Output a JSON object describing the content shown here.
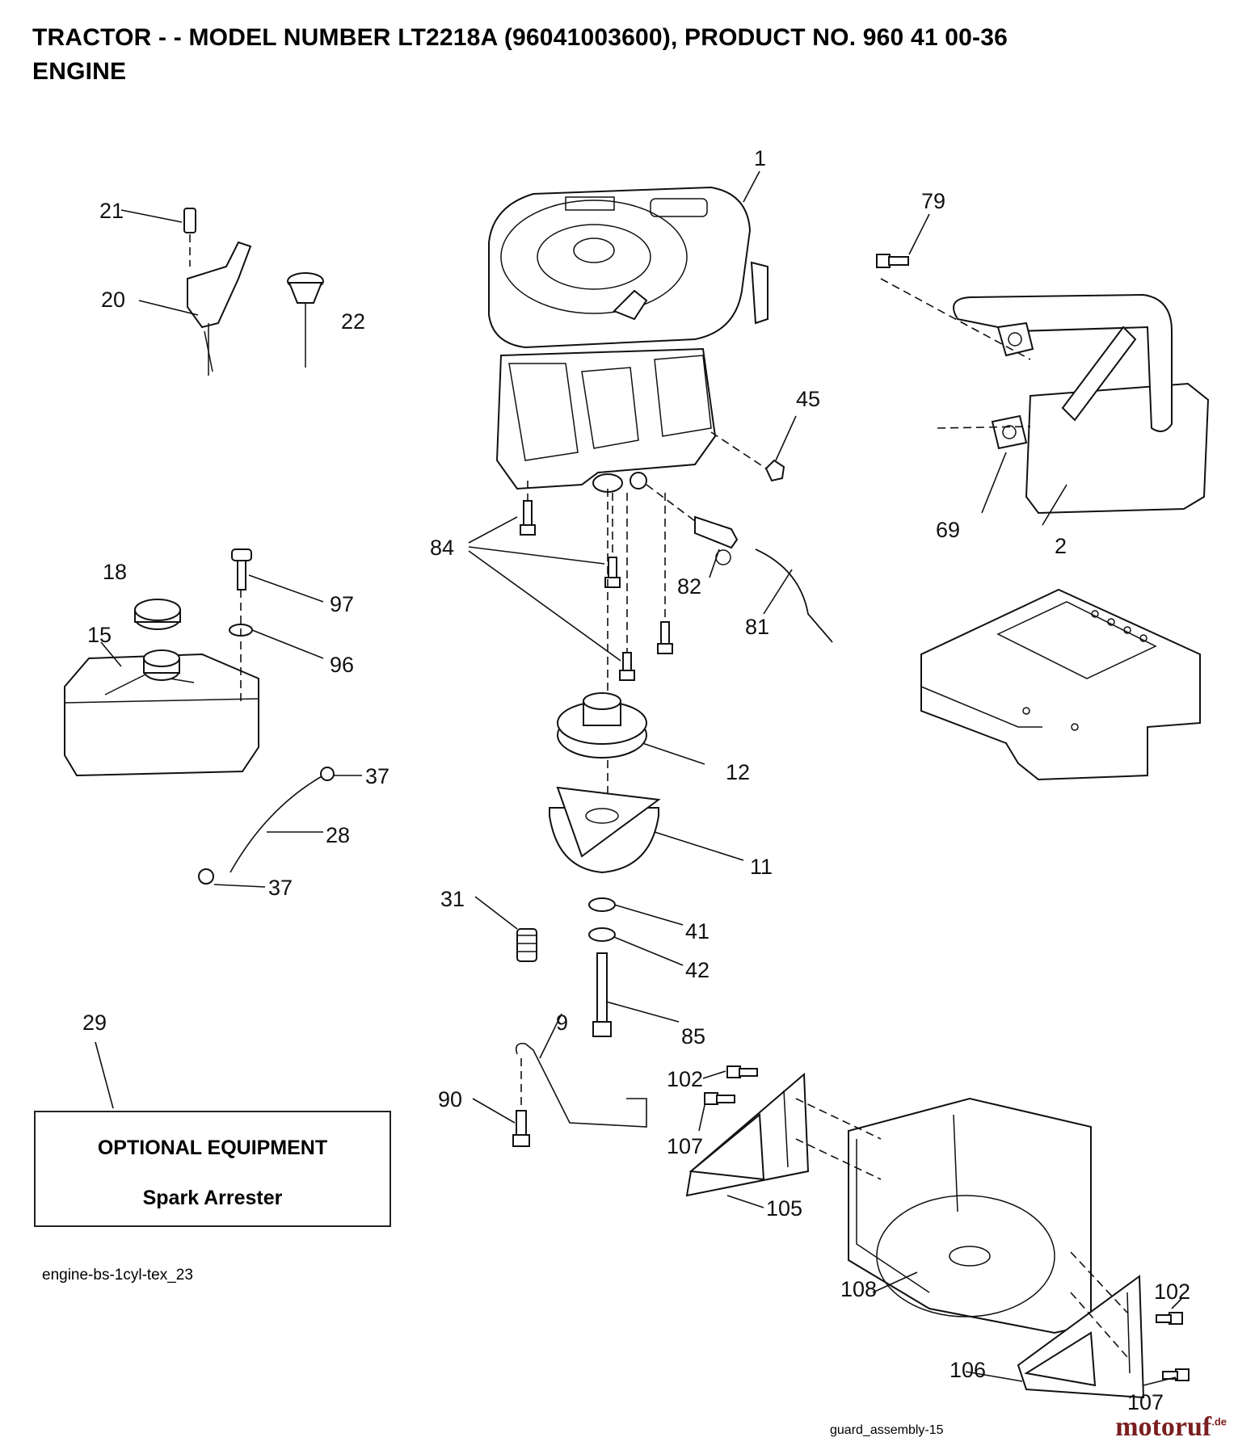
{
  "header": {
    "title_line1": "TRACTOR - - MODEL NUMBER LT2218A (96041003600), PRODUCT NO. 960 41 00-36",
    "title_line2": "ENGINE"
  },
  "callouts": {
    "c1": "1",
    "c2": "2",
    "c9": "9",
    "c11": "11",
    "c12": "12",
    "c15": "15",
    "c18": "18",
    "c20": "20",
    "c21": "21",
    "c22": "22",
    "c28": "28",
    "c29": "29",
    "c31": "31",
    "c37a": "37",
    "c37b": "37",
    "c41": "41",
    "c42": "42",
    "c45": "45",
    "c69": "69",
    "c79": "79",
    "c81": "81",
    "c82": "82",
    "c84": "84",
    "c85": "85",
    "c90": "90",
    "c96": "96",
    "c97": "97",
    "c102a": "102",
    "c102b": "102",
    "c105": "105",
    "c106": "106",
    "c107a": "107",
    "c107b": "107",
    "c108": "108"
  },
  "optional_box": {
    "title": "OPTIONAL EQUIPMENT",
    "item": "Spark Arrester"
  },
  "references": {
    "engine_ref": "engine-bs-1cyl-tex_23",
    "guard_ref": "guard_assembly-15"
  },
  "logo": {
    "name": "motoruf",
    "suffix": ".de",
    "color": "#7a1f1f"
  }
}
